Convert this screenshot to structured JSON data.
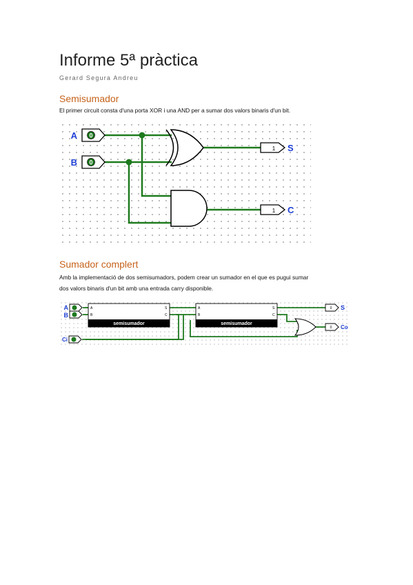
{
  "document": {
    "title": "Informe 5ª pràctica",
    "author": "Gerard Segura Andreu"
  },
  "section1": {
    "heading": "Semisumador",
    "text": "El primer circuit consta d'una porta XOR i una AND per a sumar dos valors binaris d'un bit.",
    "circuit": {
      "input_a": "A",
      "input_b": "B",
      "output_s": "S",
      "output_c": "C",
      "input_value": "0",
      "output_value": "1"
    }
  },
  "section2": {
    "heading": "Sumador complert",
    "text_line1": "Amb la implementació de dos semisumadors, podem crear un sumador en el que es pugui sumar",
    "text_line2": "dos valors binaris d'un bit amb una entrada carry disponible.",
    "circuit": {
      "input_a": "A",
      "input_b": "B",
      "input_ci": "Ci",
      "output_s": "S",
      "output_co": "Co",
      "block_label": "semisumador",
      "pin_a": "A",
      "pin_b": "B",
      "pin_s": "S",
      "pin_c": "C",
      "input_value": "0"
    }
  },
  "colors": {
    "wire": "#1e7a1e",
    "label": "#1f3fd6",
    "heading": "#c5621b"
  }
}
